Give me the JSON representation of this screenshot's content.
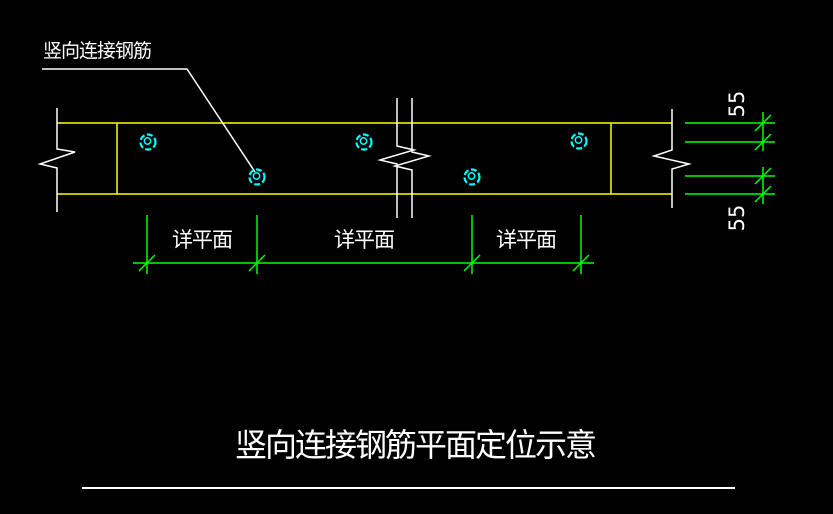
{
  "window": {
    "background": "#000000"
  },
  "colors": {
    "wall_lines": "#ffff00",
    "dimension_lines": "#00ff00",
    "annotation_lines_text": "#ffffff",
    "rebar_symbols": "#00ffff"
  },
  "callout": {
    "label": "竖向连接钢筋"
  },
  "plan_segments": [
    {
      "label": "详平面"
    },
    {
      "label": "详平面"
    },
    {
      "label": "详平面"
    }
  ],
  "dimensions": {
    "top_offset_label": "55",
    "bottom_offset_label": "55"
  },
  "title": {
    "text": "竖向连接钢筋平面定位示意"
  },
  "drawing": {
    "rebar_symbol_count": 5,
    "break_line_count": 3
  }
}
